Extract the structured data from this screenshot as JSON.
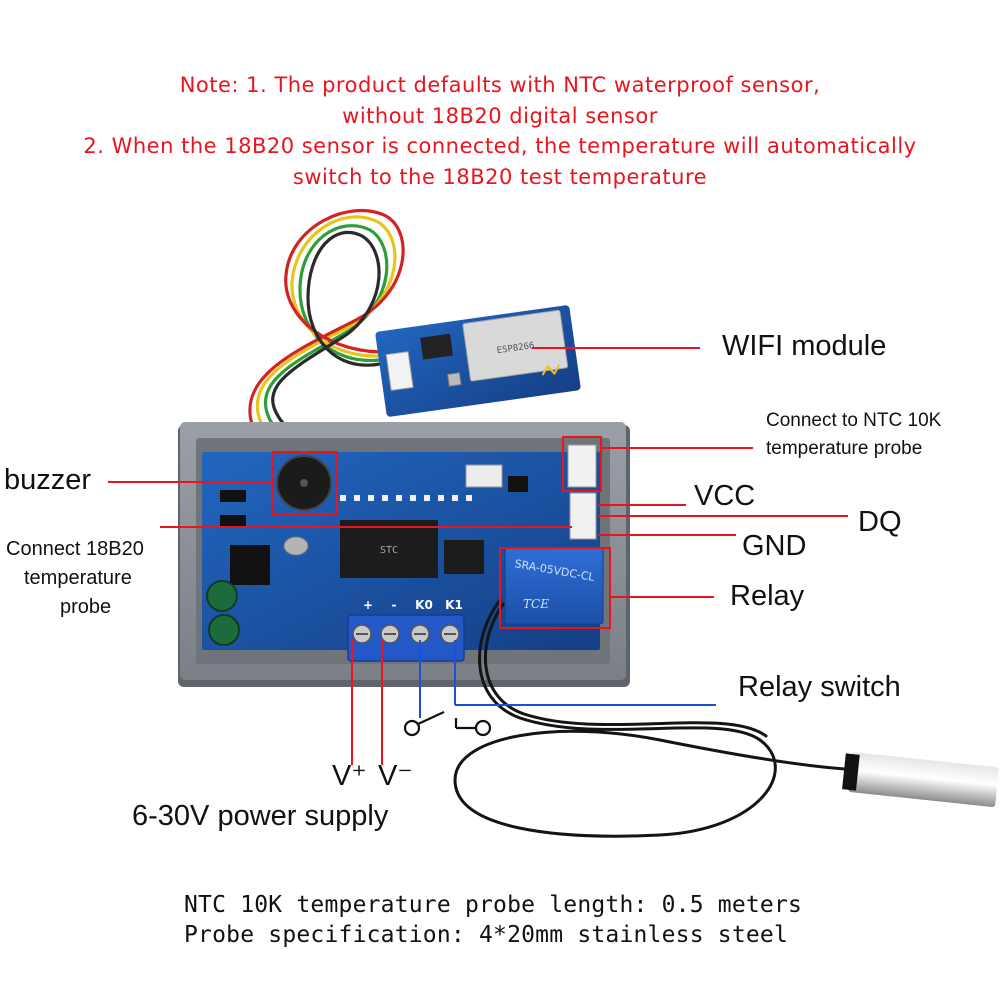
{
  "notes": {
    "line1": "Note: 1. The product defaults with NTC waterproof sensor,",
    "line2": "without 18B20 digital sensor",
    "line3": "2. When the 18B20 sensor is connected, the temperature will automatically",
    "line4": "switch to the 18B20 test temperature"
  },
  "labels": {
    "wifi_module": "WIFI module",
    "ntc_line1": "Connect to NTC 10K",
    "ntc_line2": "temperature probe",
    "vcc": "VCC",
    "dq": "DQ",
    "gnd": "GND",
    "relay": "Relay",
    "buzzer": "buzzer",
    "ds18b20_line1": "Connect 18B20",
    "ds18b20_line2": "temperature",
    "ds18b20_line3": "probe",
    "relay_switch": "Relay switch",
    "v_plus": "V⁺",
    "v_minus": "V⁻",
    "power_supply": "6-30V power supply"
  },
  "footer": {
    "probe_length": "NTC 10K temperature probe length: 0.5 meters",
    "probe_spec": "Probe specification: 4*20mm stainless steel"
  },
  "board": {
    "terminal_marks": [
      "+",
      "-",
      "K0",
      "K1"
    ],
    "wifi_chip_text": "ESP8266",
    "relay_text": "SRA-05VDC-CL",
    "relay_brand": "TCE",
    "mcu_text": "STC"
  },
  "colors": {
    "note_red": "#e8141e",
    "pointer_red": "#e8141e",
    "pointer_blue": "#1e4fd8",
    "pcb_blue": "#1a55a8",
    "case_gray": "#8f9499"
  }
}
